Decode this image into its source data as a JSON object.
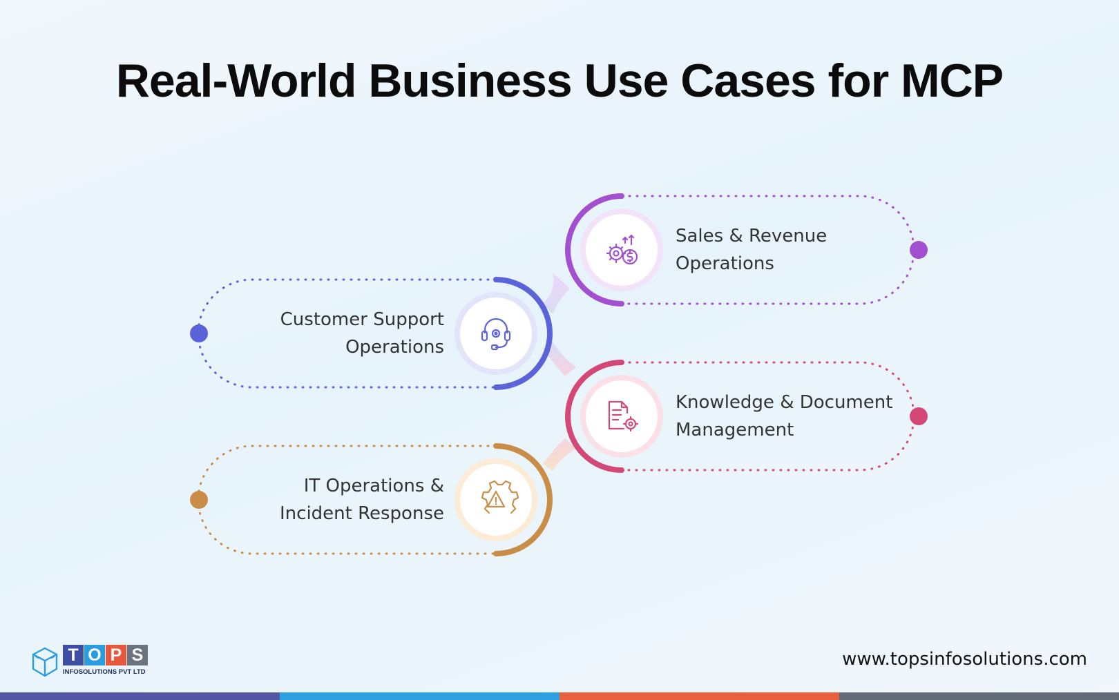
{
  "title": "Real-World Business Use Cases for MCP",
  "items": [
    {
      "line1": "Sales & Revenue",
      "line2": "Operations",
      "icon": "sales-revenue-icon",
      "color": "#a24fd0",
      "side": "right"
    },
    {
      "line1": "Customer Support",
      "line2": "Operations",
      "icon": "headset-icon",
      "color": "#5b63d8",
      "side": "left"
    },
    {
      "line1": "Knowledge & Document",
      "line2": "Management",
      "icon": "document-gear-icon",
      "color": "#d44877",
      "side": "right"
    },
    {
      "line1": "IT Operations &",
      "line2": "Incident Response",
      "icon": "incident-gear-icon",
      "color": "#c98d48",
      "side": "left"
    }
  ],
  "footer": {
    "logo_letters": [
      "T",
      "O",
      "P",
      "S"
    ],
    "logo_colors": [
      "#3e4ea2",
      "#2a9de0",
      "#e8583c",
      "#6b7280"
    ],
    "logo_subtitle": "INFOSOLUTIONS PVT LTD",
    "website": "www.topsinfosolutions.com"
  },
  "bottom_bar_colors": [
    "#5457a6",
    "#2ea0e2",
    "#e8603d",
    "#636a78"
  ]
}
